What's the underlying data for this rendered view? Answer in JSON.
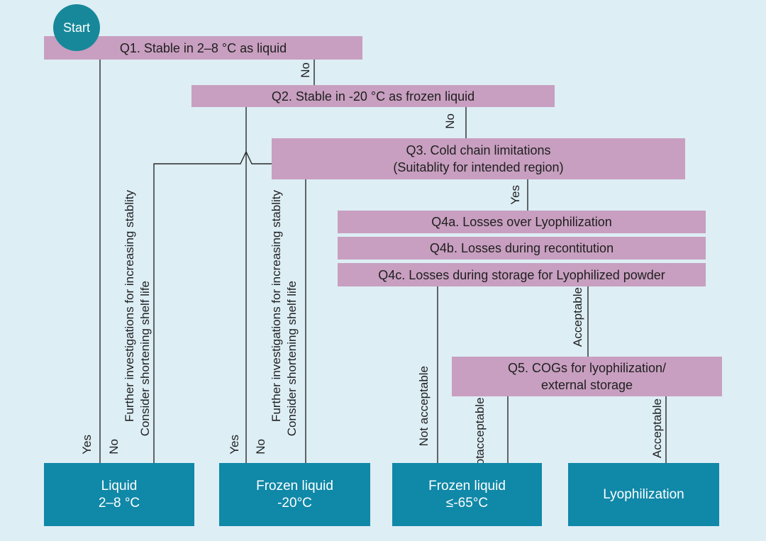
{
  "start": "Start",
  "questions": {
    "q1": "Q1. Stable in 2–8 °C as liquid",
    "q2": "Q2. Stable in -20 °C  as frozen liquid",
    "q3_line1": "Q3. Cold chain limitations",
    "q3_line2": "(Suitablity for intended region)",
    "q4a": "Q4a. Losses over Lyophilization",
    "q4b": "Q4b. Losses during recontitution",
    "q4c": "Q4c. Losses during storage for Lyophilized powder",
    "q5_line1": "Q5. COGs for lyophilization/",
    "q5_line2": "external storage"
  },
  "edges": {
    "no_q1": "No",
    "no_q2": "No",
    "yes_q3": "Yes",
    "yes_liquid": "Yes",
    "no_liquid": "No",
    "further_1": "Further investigations for increasing stablity",
    "consider_1": "Consider shortening shelf life",
    "yes_frozen": "Yes",
    "no_frozen": "No",
    "further_2": "Further investigations for increasing stablity",
    "consider_2": "Consider shortening shelf life",
    "not_acceptable_q4": "Not acceptable",
    "acceptable_q4": "Acceptable",
    "not_acceptable_q5_line1": "Not",
    "not_acceptable_q5_line2": "acceptable",
    "acceptable_q5": "Acceptable"
  },
  "outcomes": {
    "liquid_line1": "Liquid",
    "liquid_line2": "2–8 °C",
    "frozen_line1": "Frozen liquid",
    "frozen_line2": "-20°C",
    "frozen65_line1": "Frozen liquid",
    "frozen65_line2": "≤-65°C",
    "lyo_line1": "Lyophilization"
  },
  "colors": {
    "background": "#ddeef5",
    "question_box": "#c89fc0",
    "outcome_box": "#1088a8",
    "start_circle": "#17889a",
    "lines": "#2a2a2a"
  }
}
